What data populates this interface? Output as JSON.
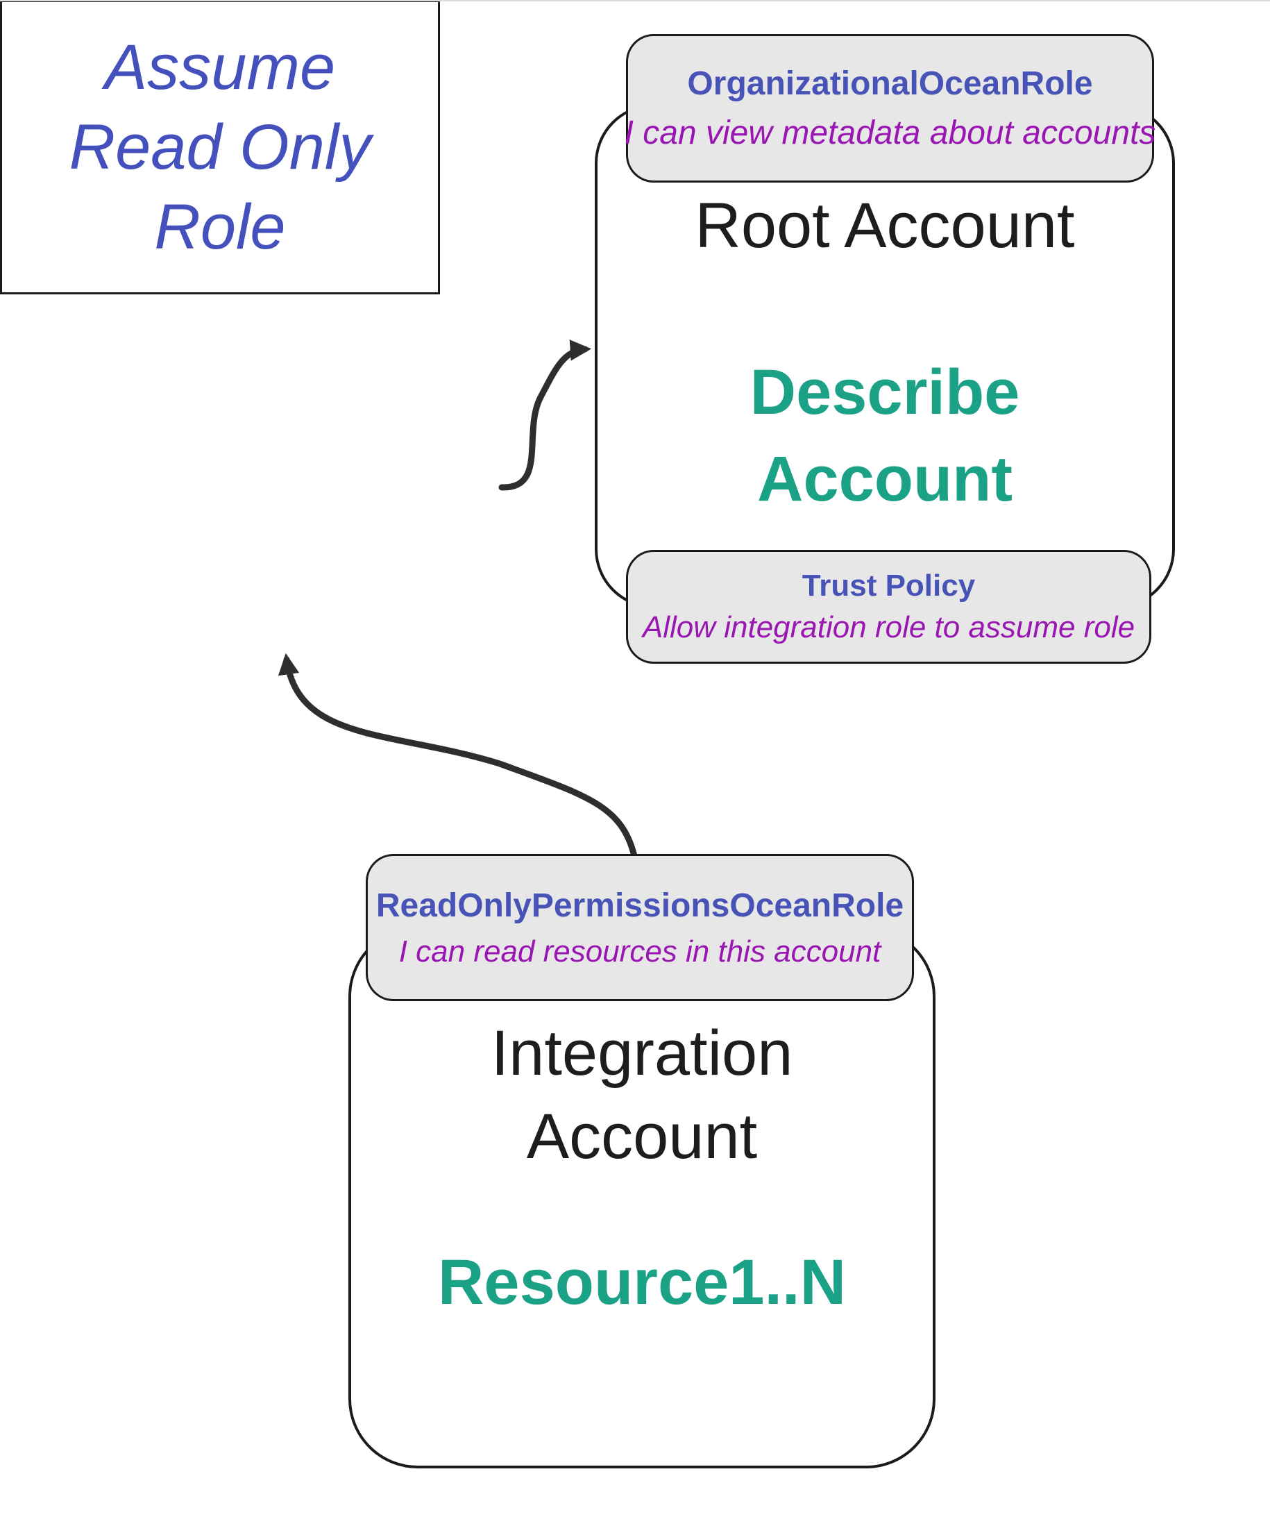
{
  "diagram": {
    "root_account": {
      "title": "Root Account",
      "action": {
        "line1": "Describe",
        "line2": "Account"
      }
    },
    "org_role_badge": {
      "name": "OrganizationalOceanRole",
      "description": "I can view metadata about accounts"
    },
    "trust_policy_badge": {
      "name": "Trust Policy",
      "description": "Allow integration role to assume role"
    },
    "assume_role_box": {
      "line1": "Assume",
      "line2": "Read Only",
      "line3": "Role"
    },
    "integration_account": {
      "title_line1": "Integration",
      "title_line2": "Account",
      "resources": "Resource1..N"
    },
    "readonly_role_badge": {
      "name": "ReadOnlyPermissionsOceanRole",
      "description": "I can read resources in this account"
    },
    "colors": {
      "role_name_blue": "#4753B6",
      "role_description_purple": "#9A16B3",
      "action_teal": "#1AA186",
      "assume_text_blue": "#4450BC",
      "title_black": "#1d1d1d",
      "arrow_dark": "#2e2e2e",
      "badge_fill_gray": "#e7e7e7",
      "box_border_black": "#1b1b1b"
    }
  }
}
